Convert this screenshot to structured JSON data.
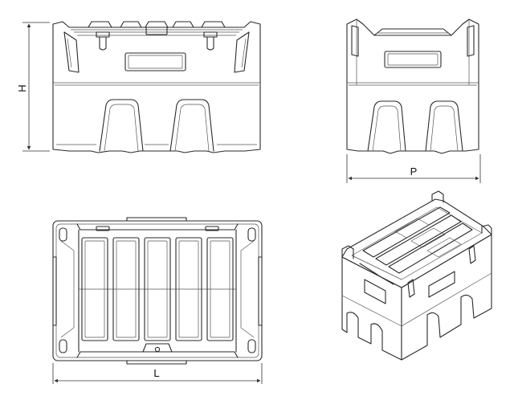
{
  "dimensions": {
    "height_label": "H",
    "depth_label": "P",
    "length_label": "L"
  },
  "views": [
    "front-view",
    "side-view",
    "top-view",
    "isometric-view"
  ]
}
